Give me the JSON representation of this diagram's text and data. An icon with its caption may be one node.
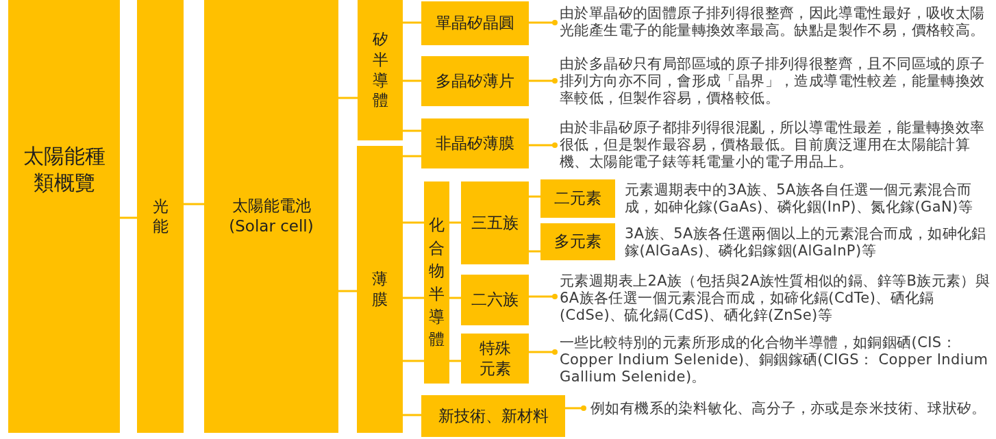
{
  "diagram": {
    "nodes": [
      {
        "text": [
          "太陽能種類概覽"
        ]
      },
      {
        "text": [
          "光能"
        ]
      },
      {
        "text": [
          "太陽能電池 (Solar cell)"
        ]
      },
      {
        "text": [
          "矽半導體"
        ]
      },
      {
        "text": [
          "薄膜"
        ]
      },
      {
        "text": [
          "單晶矽晶圓"
        ]
      },
      {
        "text": [
          "多晶矽薄片"
        ]
      },
      {
        "text": [
          "非晶矽薄膜"
        ]
      },
      {
        "text": [
          "化合物半導體"
        ]
      },
      {
        "text": [
          "三五族"
        ]
      },
      {
        "text": [
          "二元素"
        ],
        "beside": [
          "元素週期表中的3A族、5A族各自任選一個元素混合而成，如砷化鎵(GaAs)、磷化銦(InP)、氮化鎵(GaN)等"
        ]
      },
      {
        "text": [
          "多元素"
        ],
        "beside": [
          "3A族、5A族各任選兩個以上的元素混合而成，如砷化鋁鎵(AlGaAs)、磷化鋁鎵銦(AlGaInP)等"
        ]
      },
      {
        "text": [
          "二六族"
        ]
      },
      {
        "text": [
          "特殊元素"
        ]
      },
      {
        "text": [
          "新技術、新材料"
        ]
      },
      {
        "text": [
          "由於單晶矽的固體原子排列得很整齊，因此導電性最好，吸收太陽光能產生電子的能量轉換效率最高。缺點是製作不易，價格較高。"
        ]
      },
      {
        "text": [
          "由於多晶矽只有局部區域的原子排列得很整齊，且不同區域的原子排列方向亦不同，會形成「晶界」，造成導電性較差，能量轉換效率較低，但製作容易，價格較低。"
        ]
      },
      {
        "text": [
          "由於非晶矽原子都排列得很混亂，所以導電性最差，能量轉換效率很低，但是製作最容易，價格最低。目前廣泛運用在太陽能計算機、太陽能電子錶等耗電量小的電子用品上。"
        ]
      },
      {
        "text": [
          "元素週期表上2A族（包括與2A族性質相似的鎘、鋅等B族元素）與6A族各任選一個元素混合而成，如碲化鎘(CdTe)、硒化鎘(CdSe)、硫化鎘(CdS)、硒化鋅(ZnSe)等"
        ]
      },
      {
        "text": [
          "一些比較特別的元素所形成的化合物半導體，如銅銦硒(CIS： Copper Indium Selenide)、銅銦鎵硒(CIGS： Copper Indium Gallium Selenide)。"
        ]
      },
      {
        "text": [
          "例如有機系的染料敏化、高分子，亦或是奈米技術、球狀矽。"
        ]
      }
    ],
    "edges": [
      {
        "from": 0,
        "to": 1,
        "arrow": "none"
      },
      {
        "from": 1,
        "to": 2,
        "arrow": "none"
      },
      {
        "from": 2,
        "to": 3,
        "arrow": "none"
      },
      {
        "from": 2,
        "to": 4,
        "arrow": "none"
      },
      {
        "from": 3,
        "to": 5,
        "arrow": "none"
      },
      {
        "from": 3,
        "to": 6,
        "arrow": "none"
      },
      {
        "from": 3,
        "to": 7,
        "arrow": "none"
      },
      {
        "from": 4,
        "to": 7,
        "arrow": "none"
      },
      {
        "from": 4,
        "to": 8,
        "arrow": "none"
      },
      {
        "from": 4,
        "to": 8,
        "arrow": "none"
      },
      {
        "from": 4,
        "to": 8,
        "arrow": "none"
      },
      {
        "from": 4,
        "to": 14,
        "arrow": "none"
      },
      {
        "from": 8,
        "to": 9,
        "arrow": "none"
      },
      {
        "from": 8,
        "to": 12,
        "arrow": "none"
      },
      {
        "from": 8,
        "to": 13,
        "arrow": "none"
      },
      {
        "from": 9,
        "to": 10,
        "arrow": "none"
      },
      {
        "from": 9,
        "to": 11,
        "arrow": "none"
      },
      {
        "from": 5,
        "to": 15,
        "arrow": "other"
      },
      {
        "from": 6,
        "to": 16,
        "arrow": "other"
      },
      {
        "from": 7,
        "to": 17,
        "arrow": "other"
      },
      {
        "from": 12,
        "to": 18,
        "arrow": "other"
      },
      {
        "from": 13,
        "to": 19,
        "arrow": "other"
      },
      {
        "from": 14,
        "to": 20,
        "arrow": "other"
      }
    ]
  }
}
